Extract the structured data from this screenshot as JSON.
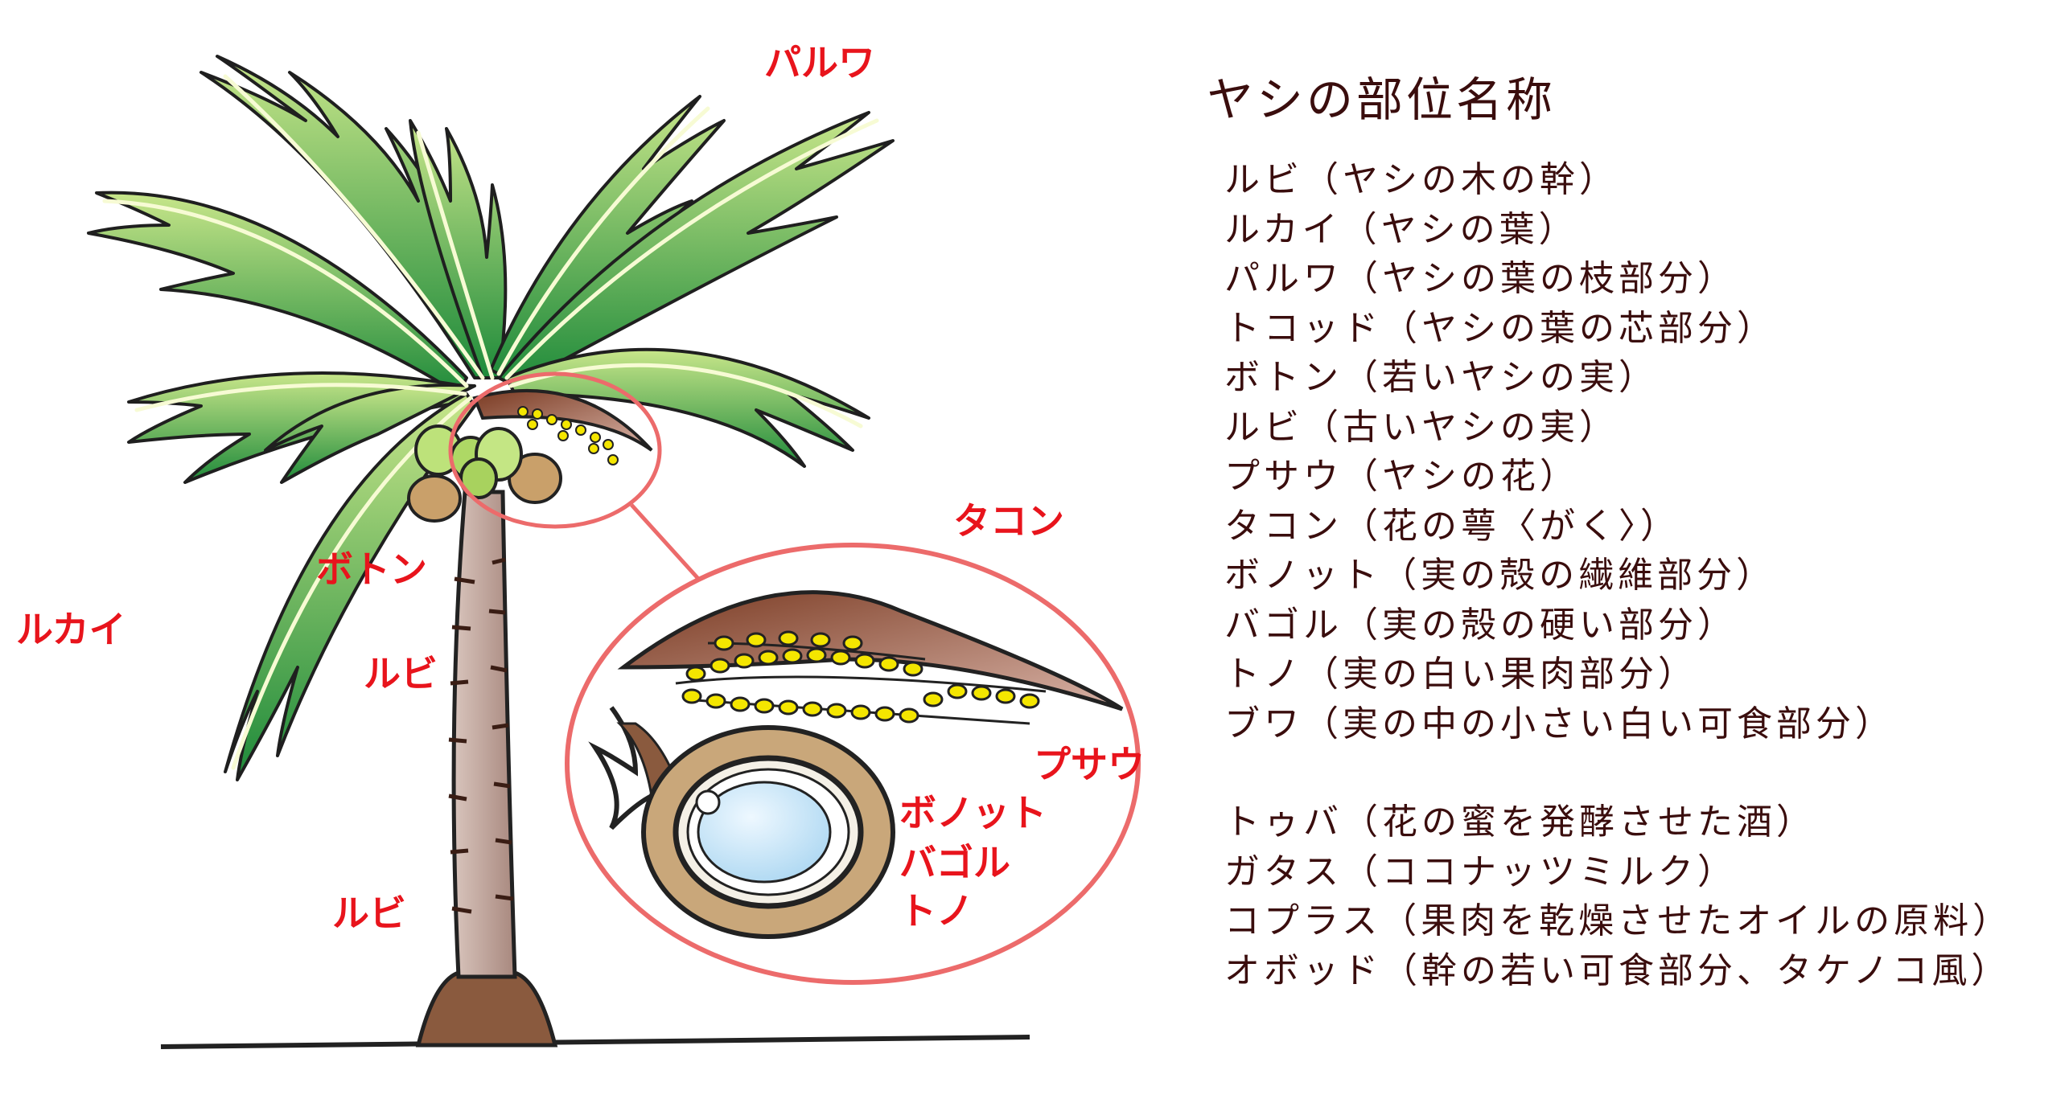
{
  "colors": {
    "label": "#e8141c",
    "legend_text": "#3a0d0d",
    "leaf_dark": "#1e8a3a",
    "leaf_light": "#c8e68a",
    "trunk": "#c4a8a0",
    "husk": "#c9a77a",
    "calyx": "#9b5a3e",
    "flower": "#f4e600",
    "water": "#c6e6f8",
    "zoom_ring": "#ec6b6b"
  },
  "labels": {
    "paruwa": "パルワ",
    "rukai": "ルカイ",
    "boton": "ボトン",
    "rubi_upper": "ルビ",
    "rubi_lower": "ルビ",
    "takon": "タコン",
    "pusau": "プサウ",
    "bonotto": "ボノット",
    "bagoru": "バゴル",
    "tono": "トノ"
  },
  "legend": {
    "title": "ヤシの部位名称",
    "parts": [
      "ルビ（ヤシの木の幹）",
      "ルカイ（ヤシの葉）",
      "パルワ（ヤシの葉の枝部分）",
      "トコッド（ヤシの葉の芯部分）",
      "ボトン（若いヤシの実）",
      "ルビ（古いヤシの実）",
      "プサウ（ヤシの花）",
      "タコン（花の萼〈がく〉）",
      "ボノット（実の殻の繊維部分）",
      "バゴル（実の殻の硬い部分）",
      "トノ（実の白い果肉部分）",
      "ブワ（実の中の小さい白い可食部分）"
    ],
    "products": [
      "トゥバ（花の蜜を発酵させた酒）",
      "ガタス（ココナッツミルク）",
      "コプラス（果肉を乾燥させたオイルの原料）",
      "オボッド（幹の若い可食部分、タケノコ風）"
    ]
  }
}
